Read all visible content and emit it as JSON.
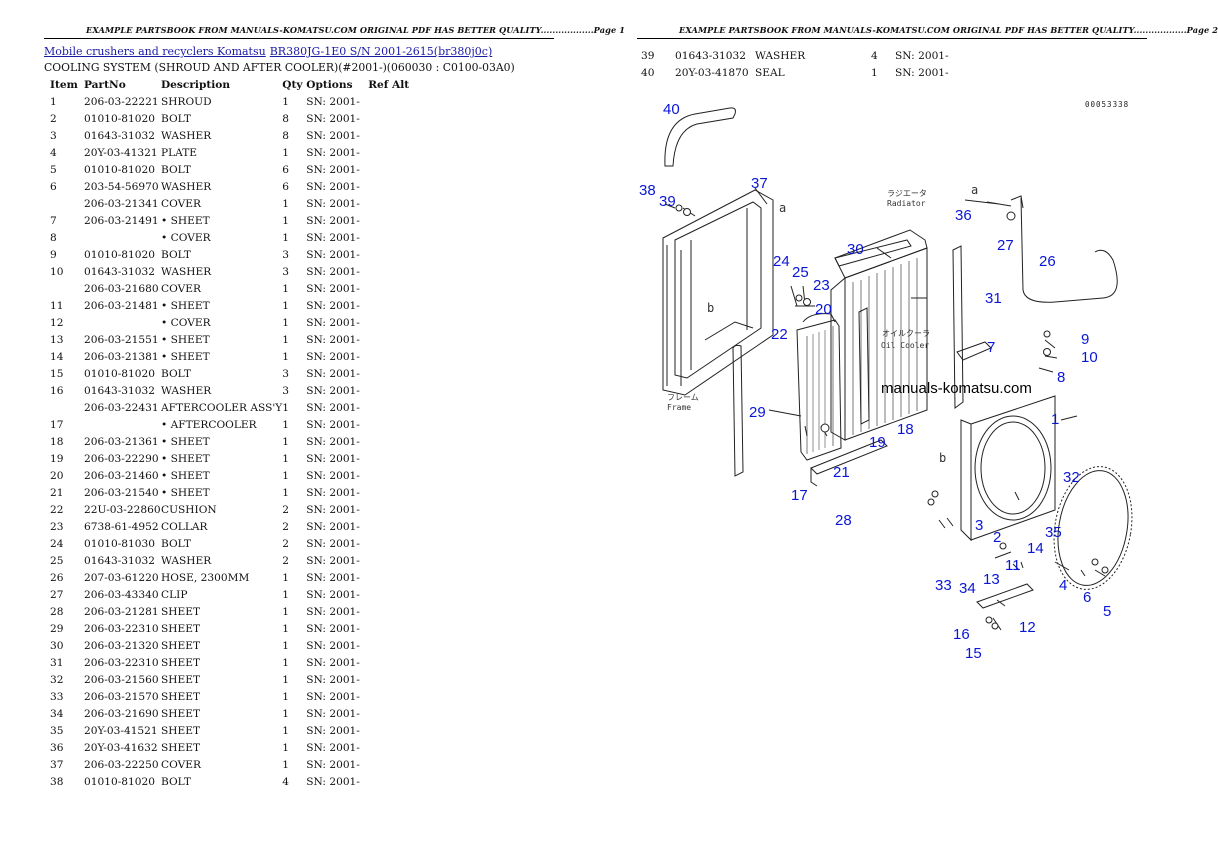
{
  "page1": {
    "header": "EXAMPLE PARTSBOOK FROM MANUALS-KOMATSU.COM ORIGINAL PDF HAS BETTER QUALITY..................Page 1",
    "link_main": "Mobile crushers and recyclers Komatsu",
    "link_model": "BR380JG-1E0 S/N 2001-2615(br380j0c)",
    "subtitle": "COOLING SYSTEM (SHROUD AND AFTER COOLER)(#2001-)(060030 : C0100-03A0)",
    "columns": [
      "Item",
      "PartNo",
      "Description",
      "Qty",
      "Options",
      "Ref Alt"
    ],
    "rows": [
      [
        "1",
        "206-03-22221",
        "SHROUD",
        "1",
        "SN: 2001-"
      ],
      [
        "2",
        "01010-81020",
        "BOLT",
        "8",
        "SN: 2001-"
      ],
      [
        "3",
        "01643-31032",
        "WASHER",
        "8",
        "SN: 2001-"
      ],
      [
        "4",
        "20Y-03-41321",
        "PLATE",
        "1",
        "SN: 2001-"
      ],
      [
        "5",
        "01010-81020",
        "BOLT",
        "6",
        "SN: 2001-"
      ],
      [
        "6",
        "203-54-56970",
        "WASHER",
        "6",
        "SN: 2001-"
      ],
      [
        "",
        "206-03-21341",
        "COVER",
        "1",
        "SN: 2001-"
      ],
      [
        "7",
        "206-03-21491",
        "• SHEET",
        "1",
        "SN: 2001-"
      ],
      [
        "8",
        "",
        "• COVER",
        "1",
        "SN: 2001-"
      ],
      [
        "9",
        "01010-81020",
        "BOLT",
        "3",
        "SN: 2001-"
      ],
      [
        "10",
        "01643-31032",
        "WASHER",
        "3",
        "SN: 2001-"
      ],
      [
        "",
        "206-03-21680",
        "COVER",
        "1",
        "SN: 2001-"
      ],
      [
        "11",
        "206-03-21481",
        "• SHEET",
        "1",
        "SN: 2001-"
      ],
      [
        "12",
        "",
        "• COVER",
        "1",
        "SN: 2001-"
      ],
      [
        "13",
        "206-03-21551",
        "• SHEET",
        "1",
        "SN: 2001-"
      ],
      [
        "14",
        "206-03-21381",
        "• SHEET",
        "1",
        "SN: 2001-"
      ],
      [
        "15",
        "01010-81020",
        "BOLT",
        "3",
        "SN: 2001-"
      ],
      [
        "16",
        "01643-31032",
        "WASHER",
        "3",
        "SN: 2001-"
      ],
      [
        "",
        "206-03-22431",
        "AFTERCOOLER ASS'Y",
        "1",
        "SN: 2001-"
      ],
      [
        "17",
        "",
        "• AFTERCOOLER",
        "1",
        "SN: 2001-"
      ],
      [
        "18",
        "206-03-21361",
        "• SHEET",
        "1",
        "SN: 2001-"
      ],
      [
        "19",
        "206-03-22290",
        "• SHEET",
        "1",
        "SN: 2001-"
      ],
      [
        "20",
        "206-03-21460",
        "• SHEET",
        "1",
        "SN: 2001-"
      ],
      [
        "21",
        "206-03-21540",
        "• SHEET",
        "1",
        "SN: 2001-"
      ],
      [
        "22",
        "22U-03-22860",
        "CUSHION",
        "2",
        "SN: 2001-"
      ],
      [
        "23",
        "6738-61-4952",
        "COLLAR",
        "2",
        "SN: 2001-"
      ],
      [
        "24",
        "01010-81030",
        "BOLT",
        "2",
        "SN: 2001-"
      ],
      [
        "25",
        "01643-31032",
        "WASHER",
        "2",
        "SN: 2001-"
      ],
      [
        "26",
        "207-03-61220",
        "HOSE, 2300MM",
        "1",
        "SN: 2001-"
      ],
      [
        "27",
        "206-03-43340",
        "CLIP",
        "1",
        "SN: 2001-"
      ],
      [
        "28",
        "206-03-21281",
        "SHEET",
        "1",
        "SN: 2001-"
      ],
      [
        "29",
        "206-03-22310",
        "SHEET",
        "1",
        "SN: 2001-"
      ],
      [
        "30",
        "206-03-21320",
        "SHEET",
        "1",
        "SN: 2001-"
      ],
      [
        "31",
        "206-03-22310",
        "SHEET",
        "1",
        "SN: 2001-"
      ],
      [
        "32",
        "206-03-21560",
        "SHEET",
        "1",
        "SN: 2001-"
      ],
      [
        "33",
        "206-03-21570",
        "SHEET",
        "1",
        "SN: 2001-"
      ],
      [
        "34",
        "206-03-21690",
        "SHEET",
        "1",
        "SN: 2001-"
      ],
      [
        "35",
        "20Y-03-41521",
        "SHEET",
        "1",
        "SN: 2001-"
      ],
      [
        "36",
        "20Y-03-41632",
        "SHEET",
        "1",
        "SN: 2001-"
      ],
      [
        "37",
        "206-03-22250",
        "COVER",
        "1",
        "SN: 2001-"
      ],
      [
        "38",
        "01010-81020",
        "BOLT",
        "4",
        "SN: 2001-"
      ]
    ]
  },
  "page2": {
    "header": "EXAMPLE PARTSBOOK FROM MANUALS-KOMATSU.COM ORIGINAL PDF HAS BETTER QUALITY..................Page 2",
    "rows": [
      [
        "39",
        "01643-31032",
        "WASHER",
        "4",
        "SN: 2001-"
      ],
      [
        "40",
        "20Y-03-41870",
        "SEAL",
        "1",
        "SN: 2001-"
      ]
    ],
    "diagram": {
      "figure_number": "00053338",
      "watermark": "manuals-komatsu.com",
      "label_radiator_jp": "ラジエータ",
      "label_radiator": "Radiator",
      "label_oilcooler_jp": "オイルクーラ",
      "label_oilcooler": "Oil Cooler",
      "label_frame_jp": "フレーム",
      "label_frame": "Frame",
      "ref_a": "a",
      "ref_b": "b",
      "callout_color": "#0a16d6",
      "callouts": [
        "1",
        "2",
        "3",
        "4",
        "5",
        "6",
        "7",
        "8",
        "9",
        "10",
        "11",
        "12",
        "13",
        "14",
        "15",
        "16",
        "17",
        "18",
        "19",
        "20",
        "21",
        "22",
        "23",
        "24",
        "25",
        "26",
        "27",
        "28",
        "29",
        "30",
        "31",
        "32",
        "33",
        "34",
        "35",
        "36",
        "37",
        "38",
        "39",
        "40"
      ]
    }
  }
}
